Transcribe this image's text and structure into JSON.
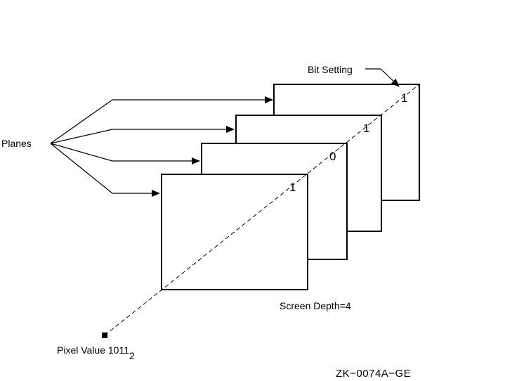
{
  "labels": {
    "planes": "Planes",
    "bit_setting": "Bit Setting",
    "screen_depth": "Screen Depth=4",
    "pixel_value": "Pixel Value 1011",
    "pixel_value_subscript": "2",
    "figure_code": "ZK−0074A−GE"
  },
  "planes": [
    {
      "bit": "1"
    },
    {
      "bit": "1"
    },
    {
      "bit": "0"
    },
    {
      "bit": "1"
    }
  ]
}
